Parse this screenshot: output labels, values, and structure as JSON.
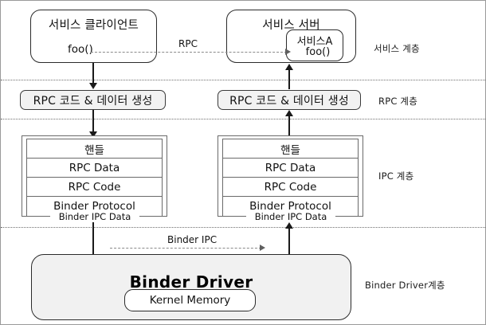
{
  "diagram": {
    "title_alt": "Android Binder RPC layer diagram",
    "service_layer": {
      "client": {
        "title": "서비스 클라이언트",
        "call": "foo()"
      },
      "server": {
        "title": "서비스 서버",
        "inner": {
          "title": "서비스A",
          "call": "foo()"
        }
      },
      "rpc_link_label": "RPC"
    },
    "rpc_layer": {
      "left_box": "RPC 코드 & 데이터 생성",
      "right_box": "RPC 코드 & 데이터 생성"
    },
    "ipc_layer": {
      "left_stack": {
        "rows": [
          "핸들",
          "RPC Data",
          "RPC Code",
          "Binder Protocol"
        ],
        "caption": "Binder IPC Data"
      },
      "right_stack": {
        "rows": [
          "핸들",
          "RPC Data",
          "RPC Code",
          "Binder Protocol"
        ],
        "caption": "Binder IPC Data"
      }
    },
    "driver_layer": {
      "ipc_link_label": "Binder IPC",
      "title": "Binder Driver",
      "kernel_memory": "Kernel Memory"
    },
    "layer_labels": [
      "서비스 계층",
      "RPC 계층",
      "IPC 계층",
      "Binder Driver계층"
    ],
    "colors": {
      "stroke": "#2b2b2b",
      "grid_stroke": "#6a6a6a",
      "fill_light": "#f2f2f2",
      "driver_fill": "#f1f1f1",
      "dash": "#8a8a8a"
    }
  }
}
